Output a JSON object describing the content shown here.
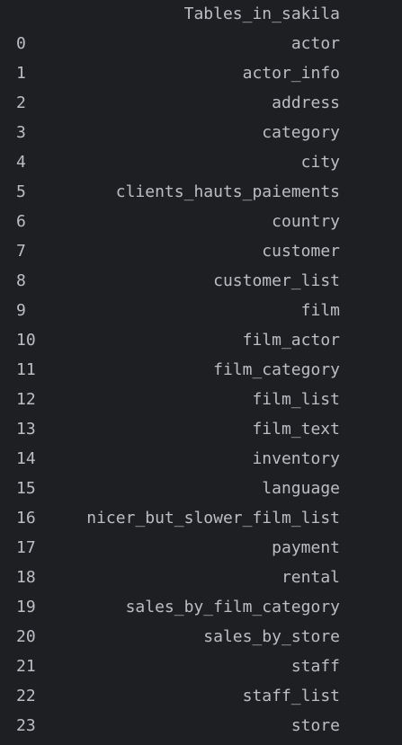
{
  "output": {
    "column_header": "Tables_in_sakila",
    "rows": [
      {
        "index": "0",
        "value": "actor"
      },
      {
        "index": "1",
        "value": "actor_info"
      },
      {
        "index": "2",
        "value": "address"
      },
      {
        "index": "3",
        "value": "category"
      },
      {
        "index": "4",
        "value": "city"
      },
      {
        "index": "5",
        "value": "clients_hauts_paiements"
      },
      {
        "index": "6",
        "value": "country"
      },
      {
        "index": "7",
        "value": "customer"
      },
      {
        "index": "8",
        "value": "customer_list"
      },
      {
        "index": "9",
        "value": "film"
      },
      {
        "index": "10",
        "value": "film_actor"
      },
      {
        "index": "11",
        "value": "film_category"
      },
      {
        "index": "12",
        "value": "film_list"
      },
      {
        "index": "13",
        "value": "film_text"
      },
      {
        "index": "14",
        "value": "inventory"
      },
      {
        "index": "15",
        "value": "language"
      },
      {
        "index": "16",
        "value": "nicer_but_slower_film_list"
      },
      {
        "index": "17",
        "value": "payment"
      },
      {
        "index": "18",
        "value": "rental"
      },
      {
        "index": "19",
        "value": "sales_by_film_category"
      },
      {
        "index": "20",
        "value": "sales_by_store"
      },
      {
        "index": "21",
        "value": "staff"
      },
      {
        "index": "22",
        "value": "staff_list"
      },
      {
        "index": "23",
        "value": "store"
      }
    ]
  },
  "colors": {
    "background": "#1e1f22",
    "text": "#bcbec4"
  }
}
